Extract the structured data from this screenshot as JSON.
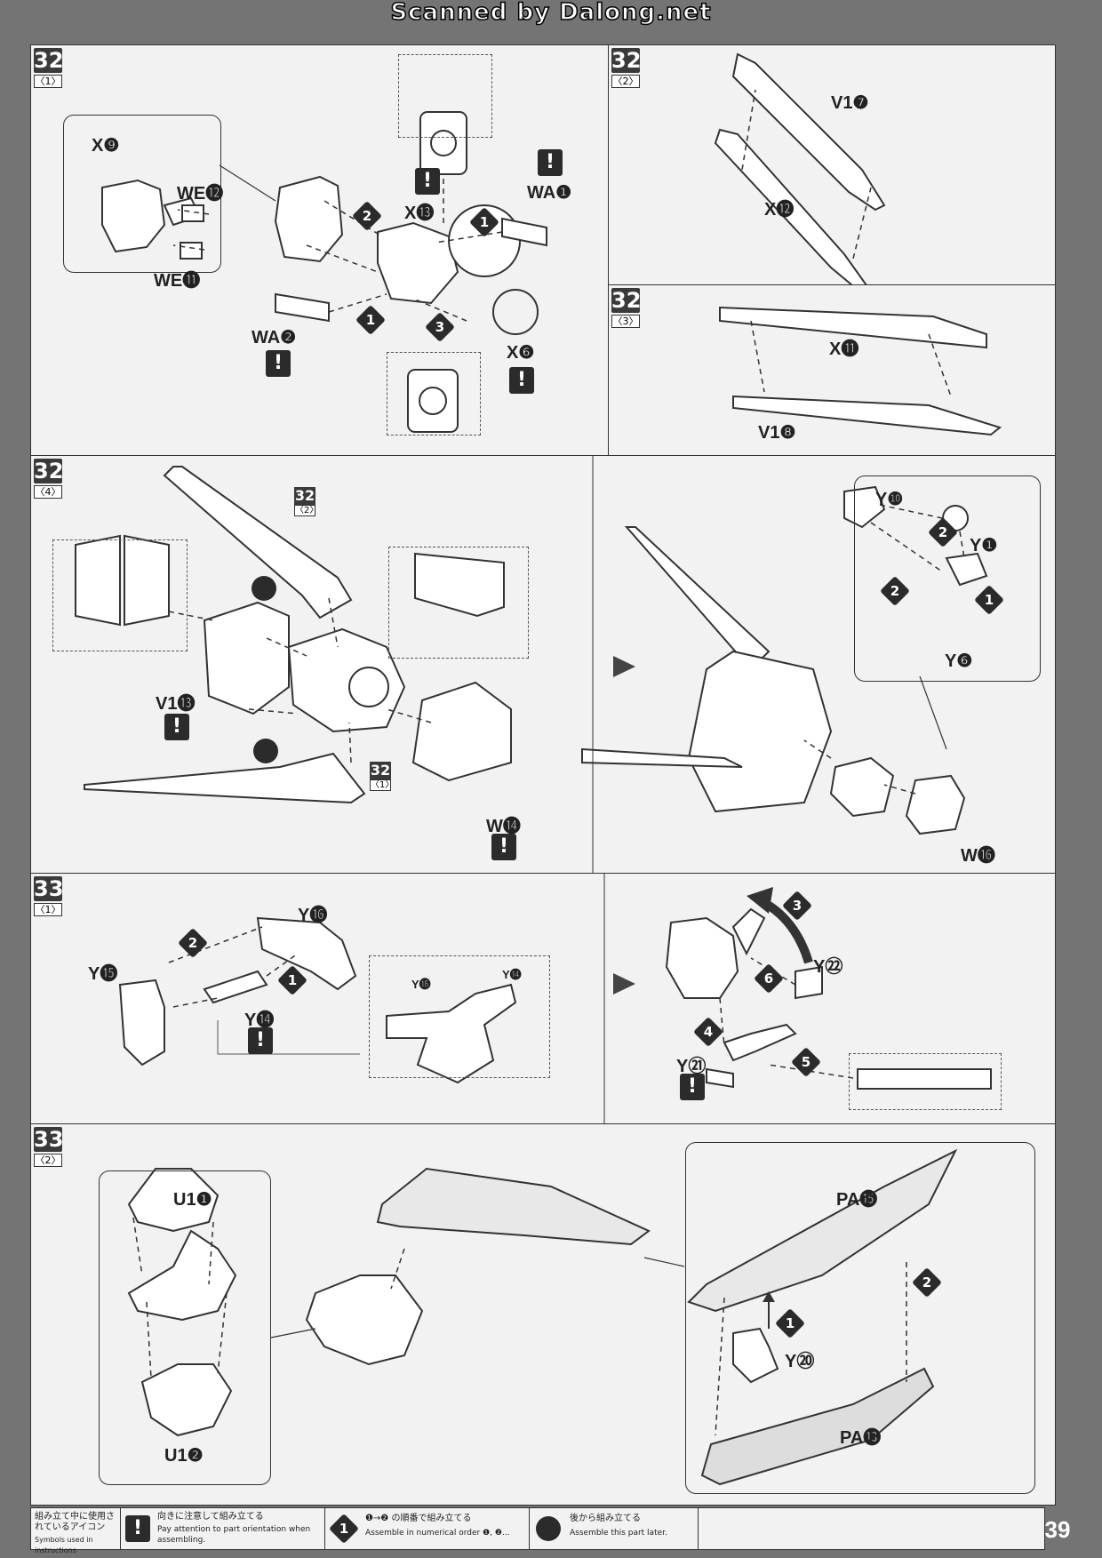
{
  "watermark": "Scanned by Dalong.net",
  "page_number": "39",
  "steps": {
    "s32_1": {
      "num": "32",
      "sub": "〈1〉"
    },
    "s32_2": {
      "num": "32",
      "sub": "〈2〉"
    },
    "s32_3": {
      "num": "32",
      "sub": "〈3〉"
    },
    "s32_4": {
      "num": "32",
      "sub": "〈4〉"
    },
    "s33_1": {
      "num": "33",
      "sub": "〈1〉"
    },
    "s33_2": {
      "num": "33",
      "sub": "〈2〉"
    }
  },
  "refs": {
    "r32_2": {
      "num": "32",
      "sub": "〈2〉"
    },
    "r32_1": {
      "num": "32",
      "sub": "〈1〉"
    }
  },
  "parts": {
    "p32_1": [
      "X❾",
      "WE⓬",
      "WE⓫",
      "X⓭",
      "WA❶",
      "WA❷",
      "X❻"
    ],
    "p32_2": [
      "V1❼",
      "X⓬"
    ],
    "p32_3": [
      "X⓫",
      "V1❽"
    ],
    "p32_4": [
      "V1⓭",
      "W⓮",
      "Y❿",
      "Y❶",
      "Y❻",
      "W⓰"
    ],
    "p33_1": [
      "Y⓰",
      "Y⓯",
      "Y⓮",
      "Y⓰",
      "Y⓮",
      "Y㉒",
      "Y㉑"
    ],
    "p33_2": [
      "U1❶",
      "U1❷",
      "PA⓯",
      "Y⑳",
      "PA⓭"
    ]
  },
  "order_marks": [
    "1",
    "2",
    "3",
    "4",
    "5",
    "6"
  ],
  "warning_glyph": "!",
  "legend": {
    "title_jp": "組み立て中に使用されているアイコン",
    "title_en": "Symbols used in instructions",
    "orient_jp": "向きに注意して組み立てる",
    "orient_en": "Pay attention to part orientation when assembling.",
    "order_jp": "❶→❷ の順番で組み立てる",
    "order_en": "Assemble in numerical order ❶, ❷...",
    "later_jp": "後から組み立てる",
    "later_en": "Assemble this part later."
  }
}
